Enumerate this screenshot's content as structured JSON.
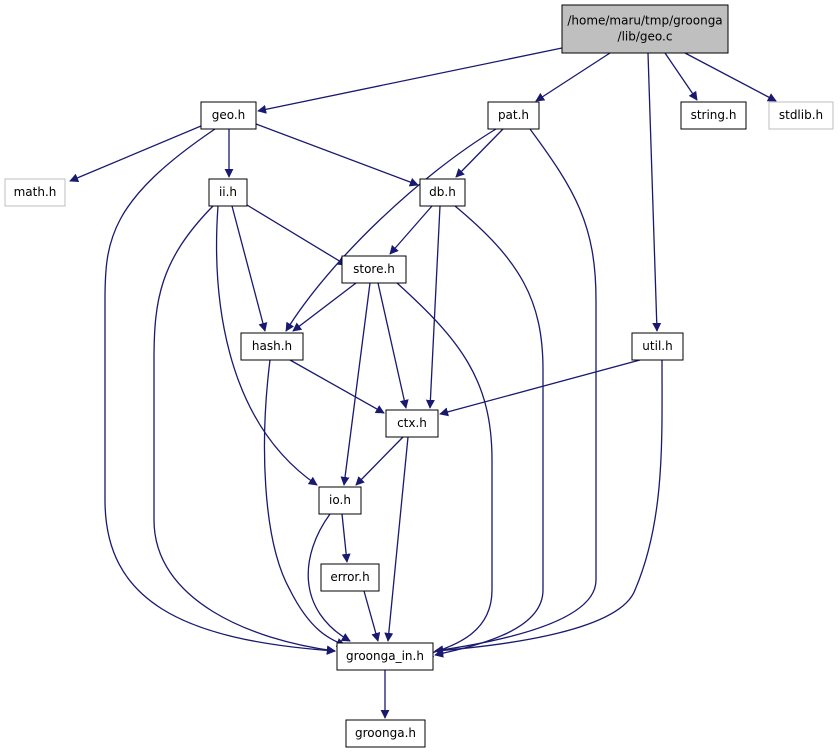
{
  "colors": {
    "edge": "#191970",
    "node_border": "#000000",
    "node_fill": "#ffffff",
    "root_fill": "#bfbfbf",
    "missing_border": "#bfbfbf",
    "missing_text": "#808080"
  },
  "nodes": {
    "root": {
      "lines": [
        "/home/maru/tmp/groonga",
        "/lib/geo.c"
      ]
    },
    "geo_h": {
      "lines": [
        "geo.h"
      ]
    },
    "pat_h": {
      "lines": [
        "pat.h"
      ]
    },
    "string_h": {
      "lines": [
        "string.h"
      ]
    },
    "stdlib_h": {
      "lines": [
        "stdlib.h"
      ]
    },
    "math_h": {
      "lines": [
        "math.h"
      ]
    },
    "ii_h": {
      "lines": [
        "ii.h"
      ]
    },
    "db_h": {
      "lines": [
        "db.h"
      ]
    },
    "store_h": {
      "lines": [
        "store.h"
      ]
    },
    "hash_h": {
      "lines": [
        "hash.h"
      ]
    },
    "util_h": {
      "lines": [
        "util.h"
      ]
    },
    "ctx_h": {
      "lines": [
        "ctx.h"
      ]
    },
    "io_h": {
      "lines": [
        "io.h"
      ]
    },
    "error_h": {
      "lines": [
        "error.h"
      ]
    },
    "groonga_in_h": {
      "lines": [
        "groonga_in.h"
      ]
    },
    "groonga_h": {
      "lines": [
        "groonga.h"
      ]
    }
  },
  "edges": [
    {
      "from": "root",
      "to": "geo_h"
    },
    {
      "from": "root",
      "to": "pat_h"
    },
    {
      "from": "root",
      "to": "string_h"
    },
    {
      "from": "root",
      "to": "stdlib_h"
    },
    {
      "from": "root",
      "to": "util_h"
    },
    {
      "from": "geo_h",
      "to": "math_h"
    },
    {
      "from": "geo_h",
      "to": "ii_h"
    },
    {
      "from": "geo_h",
      "to": "db_h"
    },
    {
      "from": "geo_h",
      "to": "groonga_in_h"
    },
    {
      "from": "pat_h",
      "to": "db_h"
    },
    {
      "from": "pat_h",
      "to": "hash_h"
    },
    {
      "from": "pat_h",
      "to": "groonga_in_h"
    },
    {
      "from": "ii_h",
      "to": "store_h"
    },
    {
      "from": "ii_h",
      "to": "hash_h"
    },
    {
      "from": "ii_h",
      "to": "io_h"
    },
    {
      "from": "ii_h",
      "to": "groonga_in_h"
    },
    {
      "from": "db_h",
      "to": "store_h"
    },
    {
      "from": "db_h",
      "to": "ctx_h"
    },
    {
      "from": "db_h",
      "to": "groonga_in_h"
    },
    {
      "from": "store_h",
      "to": "hash_h"
    },
    {
      "from": "store_h",
      "to": "ctx_h"
    },
    {
      "from": "store_h",
      "to": "io_h"
    },
    {
      "from": "store_h",
      "to": "groonga_in_h"
    },
    {
      "from": "hash_h",
      "to": "ctx_h"
    },
    {
      "from": "hash_h",
      "to": "groonga_in_h"
    },
    {
      "from": "util_h",
      "to": "ctx_h"
    },
    {
      "from": "util_h",
      "to": "groonga_in_h"
    },
    {
      "from": "ctx_h",
      "to": "io_h"
    },
    {
      "from": "ctx_h",
      "to": "groonga_in_h"
    },
    {
      "from": "io_h",
      "to": "error_h"
    },
    {
      "from": "io_h",
      "to": "groonga_in_h"
    },
    {
      "from": "error_h",
      "to": "groonga_in_h"
    },
    {
      "from": "groonga_in_h",
      "to": "groonga_h"
    }
  ]
}
